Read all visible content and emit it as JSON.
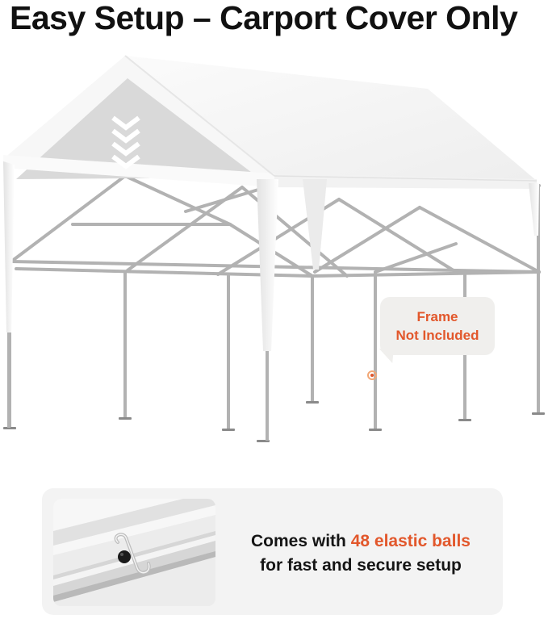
{
  "headline": "Easy Setup – Carport Cover Only",
  "callout": {
    "line1": "Frame",
    "line2": "Not Included"
  },
  "feature": {
    "text_before": "Comes with ",
    "highlight": "48 elastic balls",
    "text_after": "for fast and secure setup"
  },
  "colors": {
    "accent": "#e2572b",
    "text": "#111111",
    "panel": "#f3f3f3"
  },
  "icons": [
    "down-chevrons-icon",
    "marker-icon"
  ]
}
